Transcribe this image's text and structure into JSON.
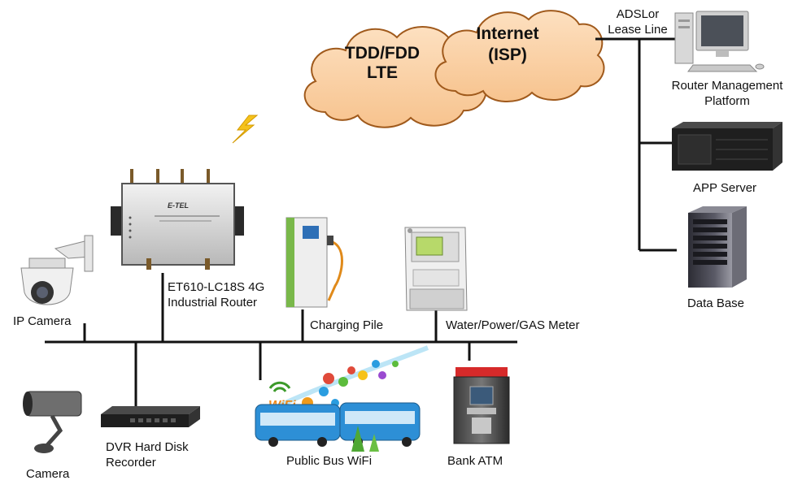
{
  "clouds": {
    "lte": {
      "line1": "TDD/FDD",
      "line2": "LTE"
    },
    "internet": {
      "line1": "Internet",
      "line2": "(ISP)"
    }
  },
  "isp_link": {
    "line1": "ADSLor",
    "line2": "Lease Line"
  },
  "devices": {
    "router_platform": {
      "line1": "Router  Management",
      "line2": "Platform"
    },
    "app_server": {
      "label": "APP Server"
    },
    "database": {
      "label": "Data Base"
    },
    "router": {
      "line1": "ET610-LC18S 4G",
      "line2": "Industrial  Router",
      "brand": "E-TEL"
    },
    "ip_camera": {
      "label": "IP Camera"
    },
    "charging_pile": {
      "label": "Charging Pile"
    },
    "meter": {
      "label": "Water/Power/GAS  Meter"
    },
    "camera": {
      "label": "Camera"
    },
    "dvr": {
      "line1": "DVR Hard Disk",
      "line2": "Recorder"
    },
    "bus_wifi": {
      "label": "Public Bus WiFi",
      "wifi_text": "WiFi"
    },
    "atm": {
      "label": "Bank ATM"
    }
  },
  "colors": {
    "cloud_fill": "#fbd2a6",
    "cloud_stroke": "#a05a1c",
    "lightning": "#f5c21b",
    "bus": "#2d8fd6"
  }
}
